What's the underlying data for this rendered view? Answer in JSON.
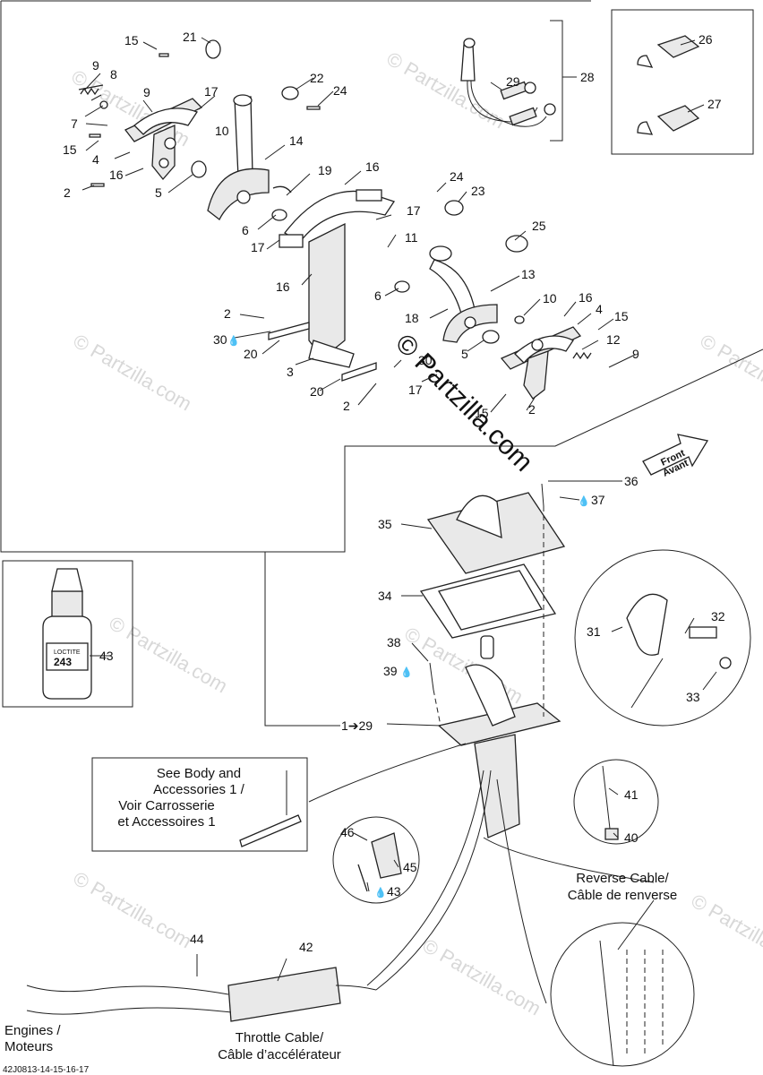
{
  "diagram_code": "42J0813-14-15-16-17",
  "watermark": "© Partzilla.com",
  "watermark_small": "© Partzilla.com",
  "direction_arrow": {
    "line1": "Front",
    "line2": "Avant"
  },
  "group_label": "1➔29",
  "notes": {
    "body_accessories": [
      "See Body and",
      "Accessories 1 /",
      "Voir Carrosserie",
      "et Accessoires 1"
    ],
    "reverse_cable": [
      "Reverse Cable/",
      "Câble de renverse"
    ],
    "throttle_cable": [
      "Throttle Cable/",
      "Câble d’accélérateur"
    ],
    "engines": [
      "Engines /",
      "Moteurs"
    ]
  },
  "loctite_label": "243",
  "loctite_brand": "LOCTITE",
  "drop_symbol": "💧",
  "callouts": {
    "c15a": "15",
    "c21": "21",
    "c9a": "9",
    "c8": "8",
    "c9b": "9",
    "c17a": "17",
    "c22": "22",
    "c24a": "24",
    "c7": "7",
    "c10a": "10",
    "c15b": "15",
    "c4a": "4",
    "c14": "14",
    "c16a": "16",
    "c5a": "5",
    "c2a": "2",
    "c19": "19",
    "c16b": "16",
    "c6a": "6",
    "c17b": "17",
    "c17c": "17",
    "c11": "11",
    "c24b": "24",
    "c23": "23",
    "c25": "25",
    "c16c": "16",
    "c13": "13",
    "c6b": "6",
    "c2b": "2",
    "c30a": "30",
    "c18": "18",
    "c10b": "10",
    "c16d": "16",
    "c4b": "4",
    "c15c": "15",
    "c12": "12",
    "c5b": "5",
    "c20a": "20",
    "c9c": "9",
    "c3": "3",
    "c30b": "30",
    "c20b": "20",
    "c17d": "17",
    "c2c": "2",
    "c15d": "15",
    "c2d": "2",
    "c26": "26",
    "c27": "27",
    "c28": "28",
    "c29": "29",
    "c36": "36",
    "c37": "37",
    "c35": "35",
    "c34": "34",
    "c38": "38",
    "c39": "39",
    "c31": "31",
    "c32": "32",
    "c33": "33",
    "c43a": "43",
    "c41": "41",
    "c40": "40",
    "c46": "46",
    "c45": "45",
    "c43b": "43",
    "c44": "44",
    "c42": "42"
  }
}
